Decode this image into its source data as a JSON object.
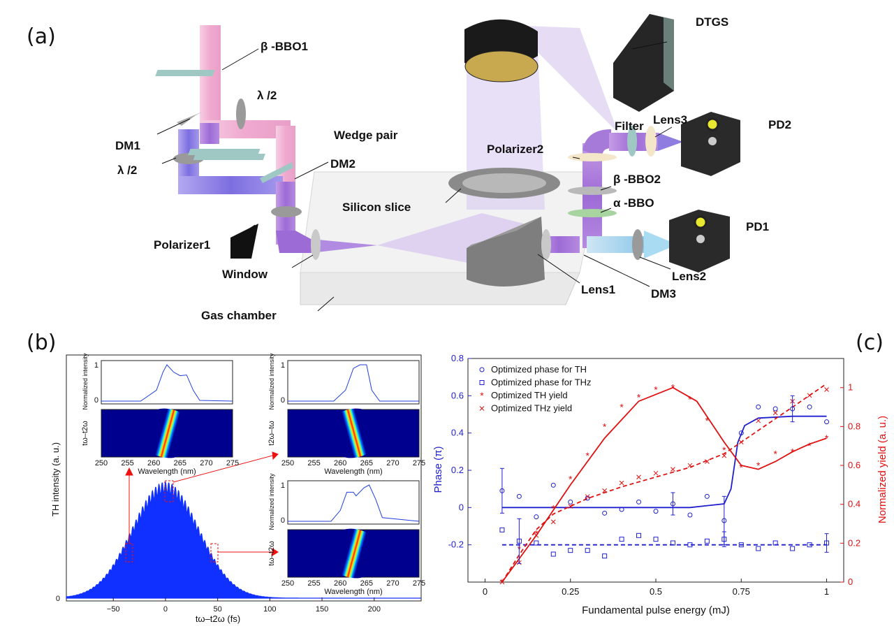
{
  "panels": {
    "a": "(a)",
    "b": "(b)",
    "c": "(c)"
  },
  "setup_labels": {
    "bbo1": "β -BBO1",
    "half_wave_top": "λ /2",
    "wedge_pair": "Wedge pair",
    "dm1": "DM1",
    "half_wave_left": "λ /2",
    "dm2": "DM2",
    "polarizer1": "Polarizer1",
    "window": "Window",
    "gas_chamber": "Gas chamber",
    "silicon_slice": "Silicon slice",
    "dtgs": "DTGS",
    "lens3": "Lens3",
    "filter": "Filter",
    "pd2": "PD2",
    "polarizer2": "Polarizer2",
    "bbo2": "β -BBO2",
    "alpha_bbo": "α -BBO",
    "pd1": "PD1",
    "lens1": "Lens1",
    "dm3": "DM3",
    "lens2": "Lens2"
  },
  "panel_b": {
    "ylabel": "TH intensity (a. u.)",
    "xlabel": "tω–t2ω (fs)",
    "xticks": [
      "−50",
      "0",
      "50",
      "100",
      "150",
      "200"
    ],
    "yticks": [
      "0"
    ],
    "inset_ylabel_top": "Normalized intensity",
    "inset_ylabels_map": [
      "tω–t2ω",
      "t2ω–tω",
      "tω–t2ω"
    ],
    "inset_xlabel": "Wavelength (nm)",
    "inset_xticks": [
      "250",
      "255",
      "260",
      "265",
      "270",
      "275"
    ],
    "inset_yticks": [
      "0",
      "1"
    ]
  },
  "chart_data": {
    "type": "scatter",
    "xlabel": "Fundamental pulse energy (mJ)",
    "ylabel": "Phase (π)",
    "y2label": "Normalized yield (a. u.)",
    "xlim": [
      0,
      1
    ],
    "ylim": [
      -0.4,
      0.8
    ],
    "y2lim": [
      0,
      1.15
    ],
    "xticks": [
      "0",
      "0.25",
      "0.5",
      "0.75",
      "1"
    ],
    "yticks": [
      "-0.2",
      "0",
      "0.2",
      "0.4",
      "0.6",
      "0.8"
    ],
    "y2ticks": [
      "0",
      "0.2",
      "0.4",
      "0.6",
      "0.8",
      "1"
    ],
    "legend_position": "top-left",
    "colors": {
      "phase": "#1f1fd0",
      "yield": "#e01010"
    },
    "series": [
      {
        "name": "Optimized phase for TH",
        "axis": "left",
        "marker": "circle",
        "x": [
          0.05,
          0.1,
          0.15,
          0.2,
          0.25,
          0.3,
          0.35,
          0.4,
          0.45,
          0.5,
          0.55,
          0.6,
          0.65,
          0.7,
          0.75,
          0.8,
          0.85,
          0.9,
          0.95,
          1.0
        ],
        "y": [
          0.09,
          0.06,
          -0.05,
          0.12,
          0.03,
          0.05,
          -0.03,
          -0.01,
          0.03,
          -0.02,
          0.02,
          -0.04,
          0.06,
          -0.07,
          0.4,
          0.54,
          0.53,
          0.53,
          0.54,
          0.46
        ]
      },
      {
        "name": "Optimized phase for THz",
        "axis": "left",
        "marker": "square",
        "x": [
          0.05,
          0.1,
          0.15,
          0.2,
          0.25,
          0.3,
          0.35,
          0.4,
          0.45,
          0.5,
          0.55,
          0.6,
          0.65,
          0.7,
          0.75,
          0.8,
          0.85,
          0.9,
          0.95,
          1.0
        ],
        "y": [
          -0.12,
          -0.18,
          -0.19,
          -0.25,
          -0.23,
          -0.23,
          -0.26,
          -0.17,
          -0.15,
          -0.17,
          -0.19,
          -0.2,
          -0.18,
          -0.17,
          -0.2,
          -0.22,
          -0.19,
          -0.22,
          -0.2,
          -0.19
        ]
      },
      {
        "name": "Optimized TH yield",
        "axis": "right",
        "marker": "asterisk",
        "x": [
          0.05,
          0.1,
          0.15,
          0.2,
          0.25,
          0.3,
          0.35,
          0.4,
          0.45,
          0.5,
          0.55,
          0.6,
          0.65,
          0.7,
          0.75,
          0.8,
          0.85,
          0.9,
          0.95,
          1.0
        ],
        "y": [
          0.0,
          0.17,
          0.25,
          0.38,
          0.53,
          0.65,
          0.8,
          0.9,
          0.95,
          0.99,
          1.0,
          0.94,
          0.83,
          0.68,
          0.59,
          0.6,
          0.66,
          0.67,
          0.7,
          0.74
        ]
      },
      {
        "name": "Optimized THz yield",
        "axis": "right",
        "marker": "x",
        "x": [
          0.05,
          0.1,
          0.15,
          0.2,
          0.25,
          0.3,
          0.35,
          0.4,
          0.45,
          0.5,
          0.55,
          0.6,
          0.65,
          0.7,
          0.75,
          0.8,
          0.85,
          0.9,
          0.95,
          1.0
        ],
        "y": [
          0.0,
          0.1,
          0.24,
          0.31,
          0.39,
          0.44,
          0.47,
          0.51,
          0.54,
          0.56,
          0.58,
          0.6,
          0.62,
          0.65,
          0.72,
          0.83,
          0.87,
          0.93,
          0.96,
          0.99
        ]
      }
    ],
    "fits": {
      "phase_th": {
        "x": [
          0.05,
          0.3,
          0.6,
          0.7,
          0.72,
          0.74,
          0.76,
          0.8,
          0.9,
          1.0
        ],
        "y": [
          0.0,
          0.0,
          0.0,
          0.02,
          0.1,
          0.35,
          0.44,
          0.48,
          0.49,
          0.49
        ]
      },
      "phase_thz": {
        "x": [
          0.05,
          1.0
        ],
        "y": [
          -0.2,
          -0.2
        ]
      },
      "th_yield": {
        "x": [
          0.05,
          0.15,
          0.25,
          0.35,
          0.45,
          0.55,
          0.62,
          0.7,
          0.75,
          0.8,
          0.85,
          0.9,
          0.95,
          1.0
        ],
        "y": [
          0.0,
          0.24,
          0.5,
          0.74,
          0.93,
          1.0,
          0.93,
          0.72,
          0.6,
          0.58,
          0.62,
          0.67,
          0.71,
          0.74
        ]
      },
      "thz_yield": {
        "x": [
          0.05,
          0.1,
          0.15,
          0.2,
          0.3,
          0.4,
          0.5,
          0.6,
          0.7,
          0.8,
          0.9,
          1.0
        ],
        "y": [
          0.0,
          0.14,
          0.27,
          0.35,
          0.43,
          0.49,
          0.54,
          0.59,
          0.66,
          0.78,
          0.9,
          1.02
        ]
      }
    }
  }
}
